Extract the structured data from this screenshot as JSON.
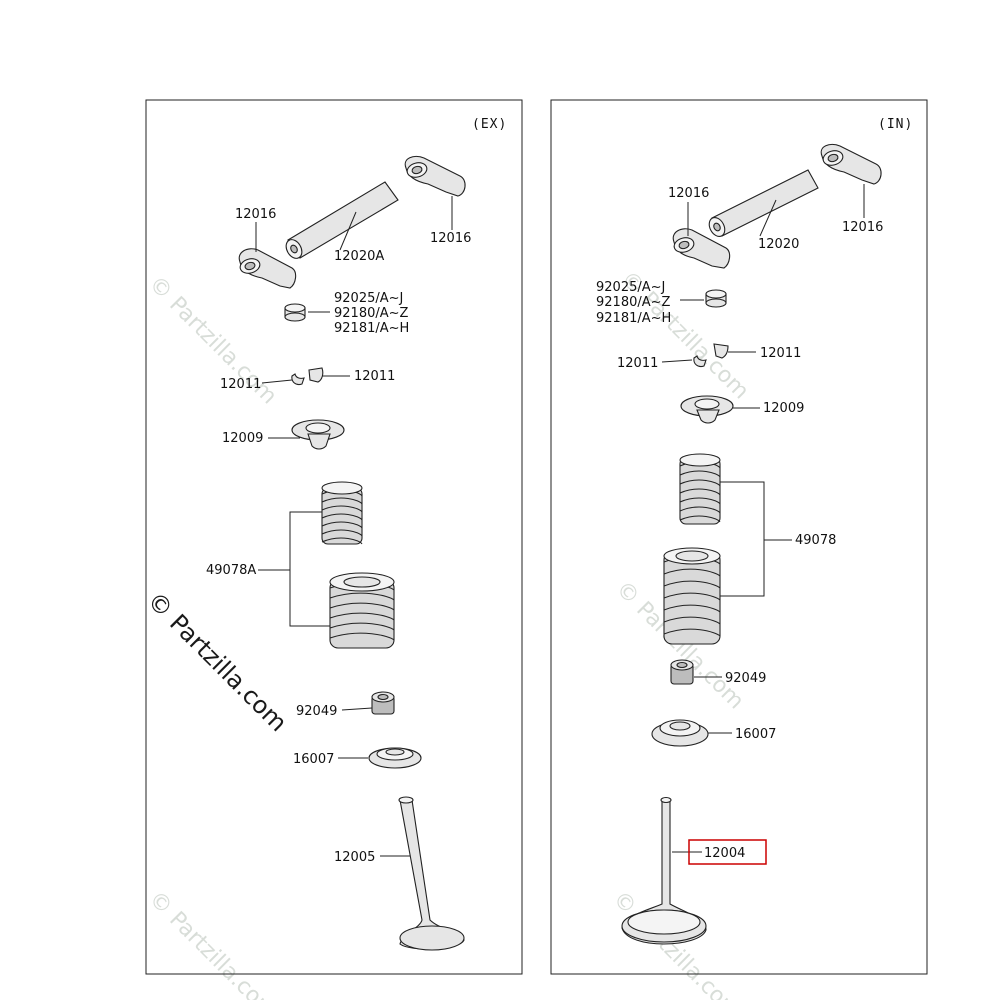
{
  "panels": {
    "exhaust": {
      "section_label": "(EX)",
      "labels": {
        "rocker_arm_left": "12016",
        "rocker_shaft": "12020A",
        "rocker_arm_right": "12016",
        "shim_1": "92025/A~J",
        "shim_2": "92180/A~Z",
        "shim_3": "92181/A~H",
        "cotter_left": "12011",
        "cotter_right": "12011",
        "retainer": "12009",
        "spring": "49078A",
        "stem_seal": "92049",
        "spring_seat": "16007",
        "valve": "12005"
      }
    },
    "intake": {
      "section_label": "(IN)",
      "labels": {
        "rocker_arm_left": "12016",
        "rocker_shaft": "12020",
        "rocker_arm_right": "12016",
        "shim_1": "92025/A~J",
        "shim_2": "92180/A~Z",
        "shim_3": "92181/A~H",
        "cotter_left": "12011",
        "cotter_right": "12011",
        "retainer": "12009",
        "spring": "49078",
        "stem_seal": "92049",
        "spring_seat": "16007",
        "valve": "12004"
      }
    }
  },
  "highlight": {
    "part": "12004",
    "color": "#cc0000"
  },
  "watermark": {
    "text": "© Partzilla.com"
  },
  "colors": {
    "line": "#222222",
    "part_fill": "#e6e6e6",
    "watermark": "#d8ddd8"
  }
}
